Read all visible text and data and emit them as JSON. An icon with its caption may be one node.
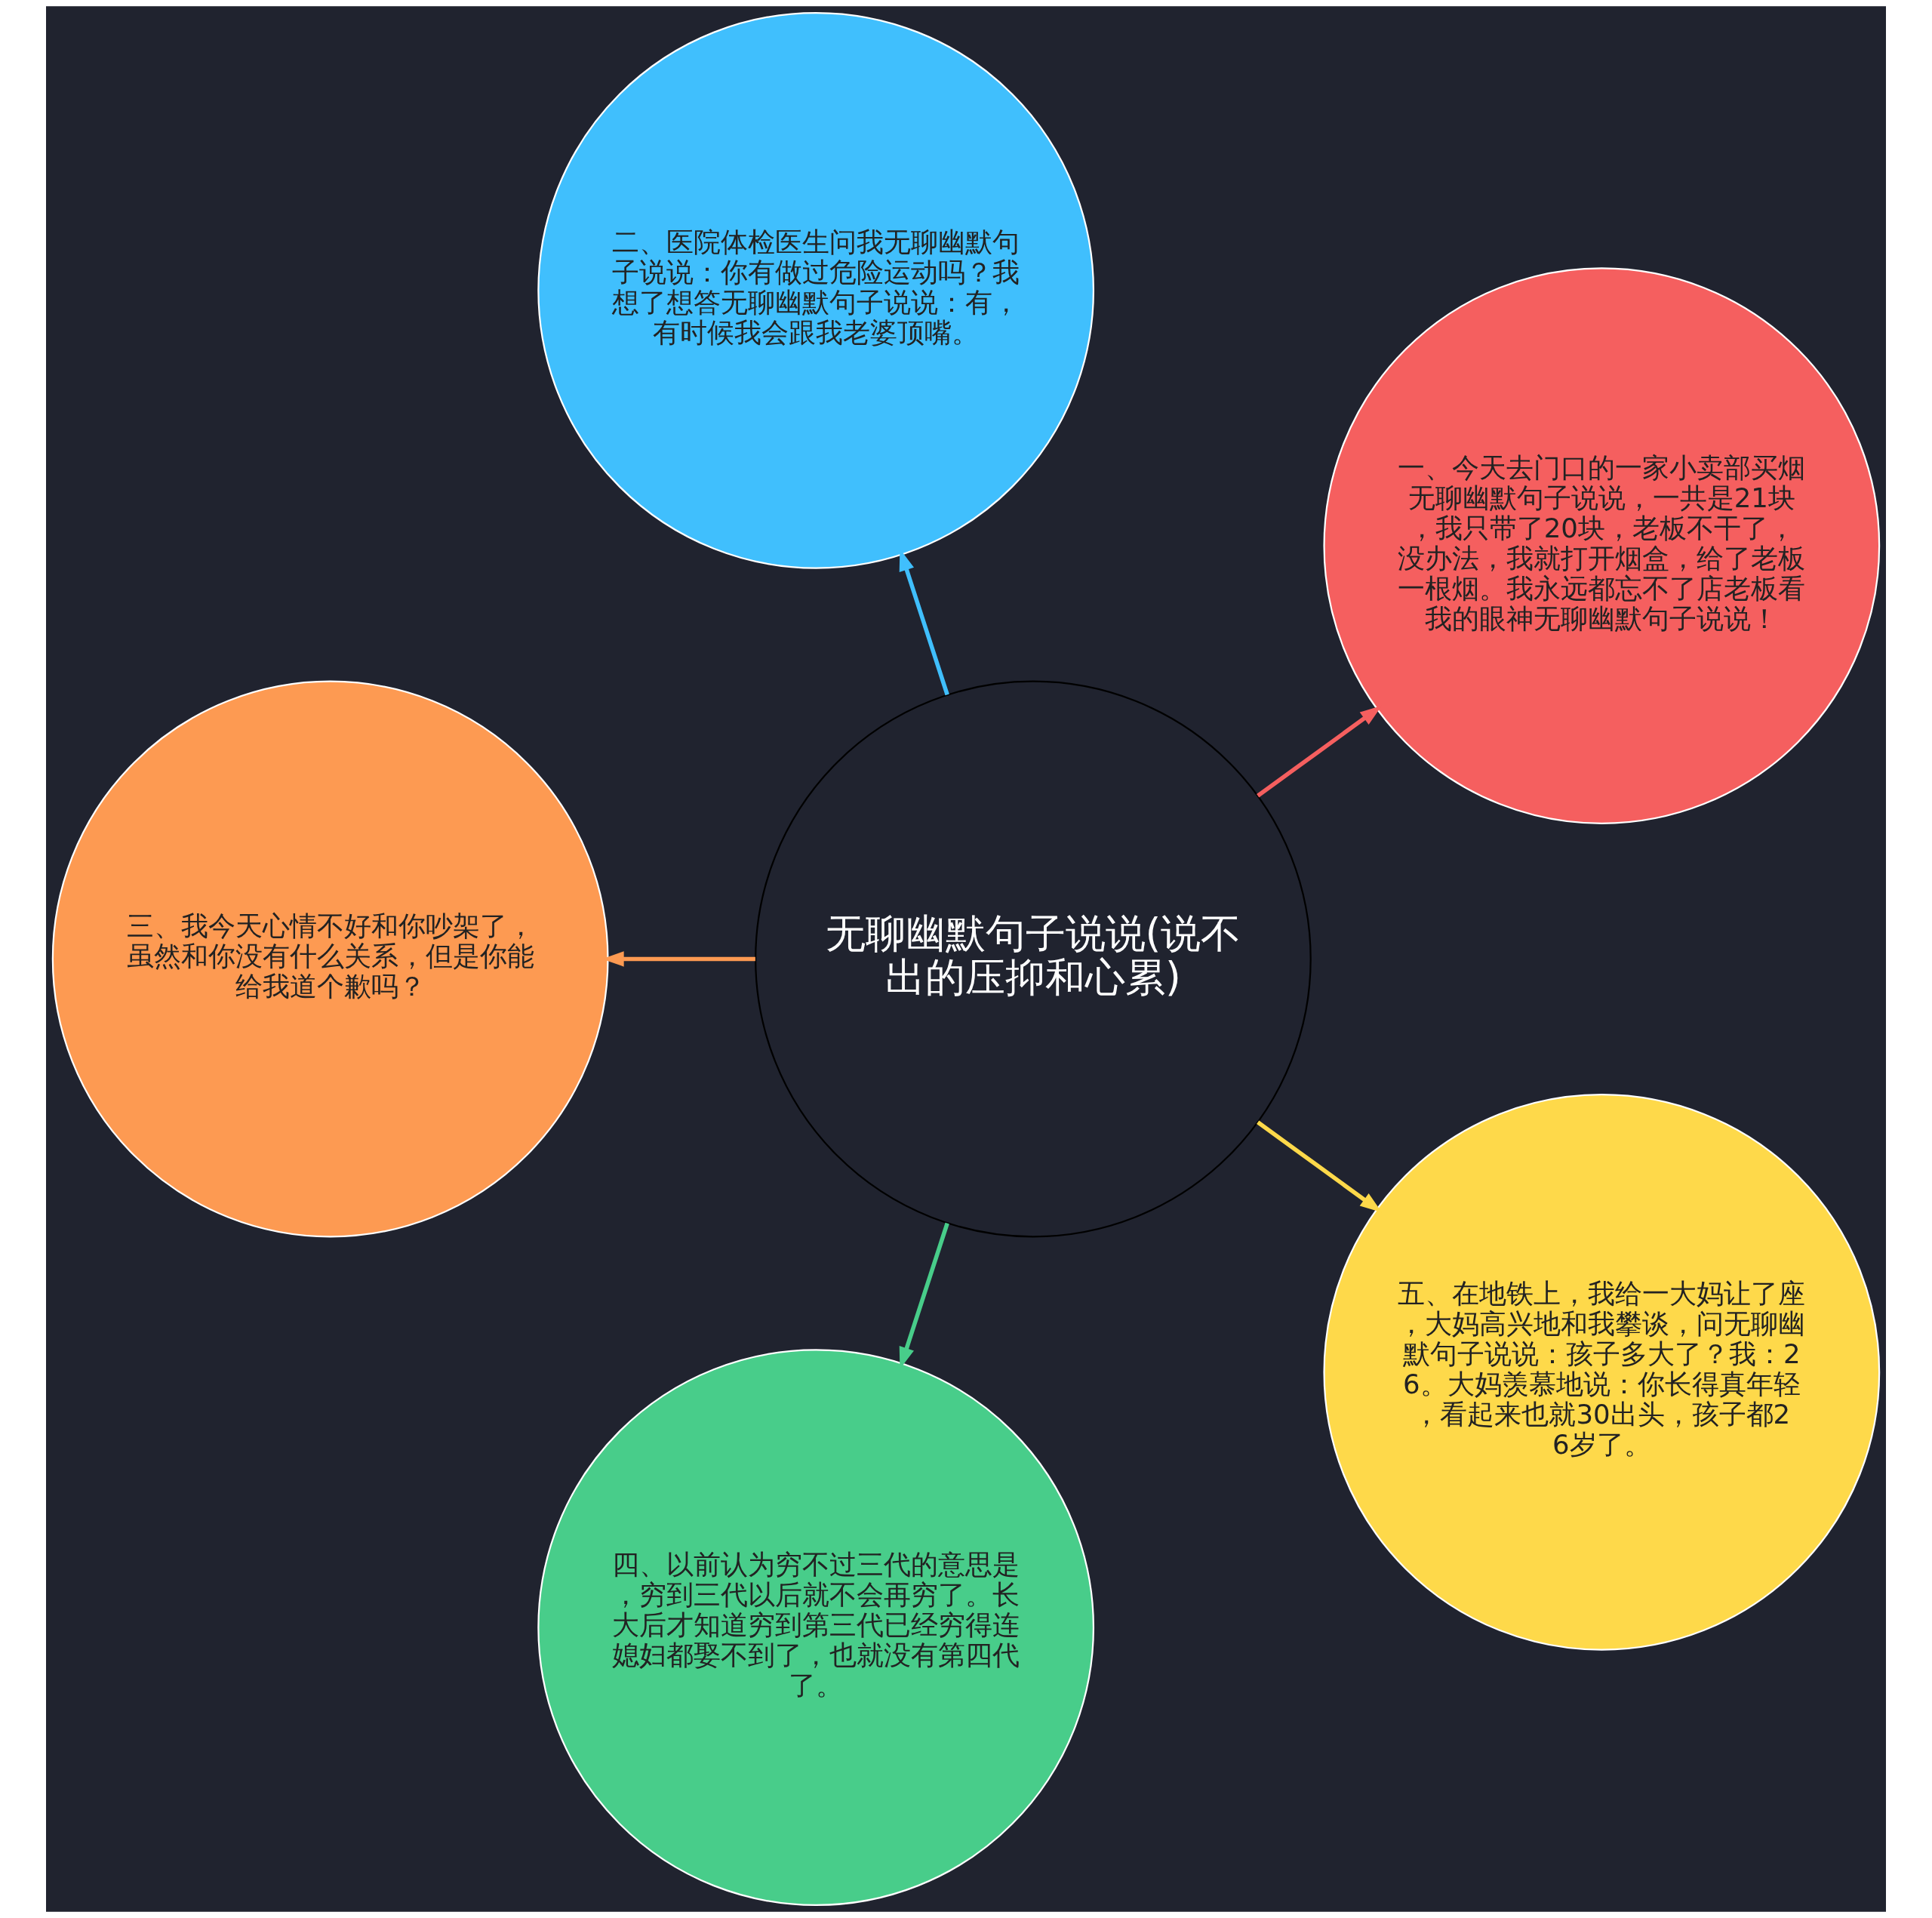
{
  "diagram": {
    "nodes": [
      {
        "text": [
          "无聊幽默句子说说(说不出的压抑和心累)"
        ]
      },
      {
        "text": [
          "一、今天去门口的一家小卖部买烟无聊幽默句子说说，一共是21块，我只带了20块，老板不干了，没办法，我就打开烟盒，给了老板一根烟。我永远都忘不了店老板看我的眼神无聊幽默句子说说！"
        ]
      },
      {
        "text": [
          "二、医院体检医生问我无聊幽默句子说说：你有做过危险运动吗？我想了想答无聊幽默句子说说：有，有时候我会跟我老婆顶嘴。"
        ]
      },
      {
        "text": [
          "三、我今天心情不好和你吵架了，虽然和你没有什么关系，但是你能给我道个歉吗？"
        ]
      },
      {
        "text": [
          "四、以前认为穷不过三代的意思是，穷到三代以后就不会再穷了。长大后才知道穷到第三代已经穷得连媳妇都娶不到了，也就没有第四代了。"
        ]
      },
      {
        "text": [
          "五、在地铁上，我给一大妈让了座，大妈高兴地和我攀谈，问无聊幽默句子说说：孩子多大了？我：26。大妈羡慕地说：你长得真年轻，看起来也就30出头，孩子都26岁了。"
        ]
      }
    ],
    "edges": [
      {
        "from": 0,
        "to": 1,
        "arrow": "to",
        "color": "#f55f5f"
      },
      {
        "from": 0,
        "to": 2,
        "arrow": "to",
        "color": "#40bffd"
      },
      {
        "from": 0,
        "to": 3,
        "arrow": "to",
        "color": "#fd9a52"
      },
      {
        "from": 0,
        "to": 4,
        "arrow": "to",
        "color": "#48cd8a"
      },
      {
        "from": 0,
        "to": 5,
        "arrow": "to",
        "color": "#fed94a"
      }
    ]
  }
}
